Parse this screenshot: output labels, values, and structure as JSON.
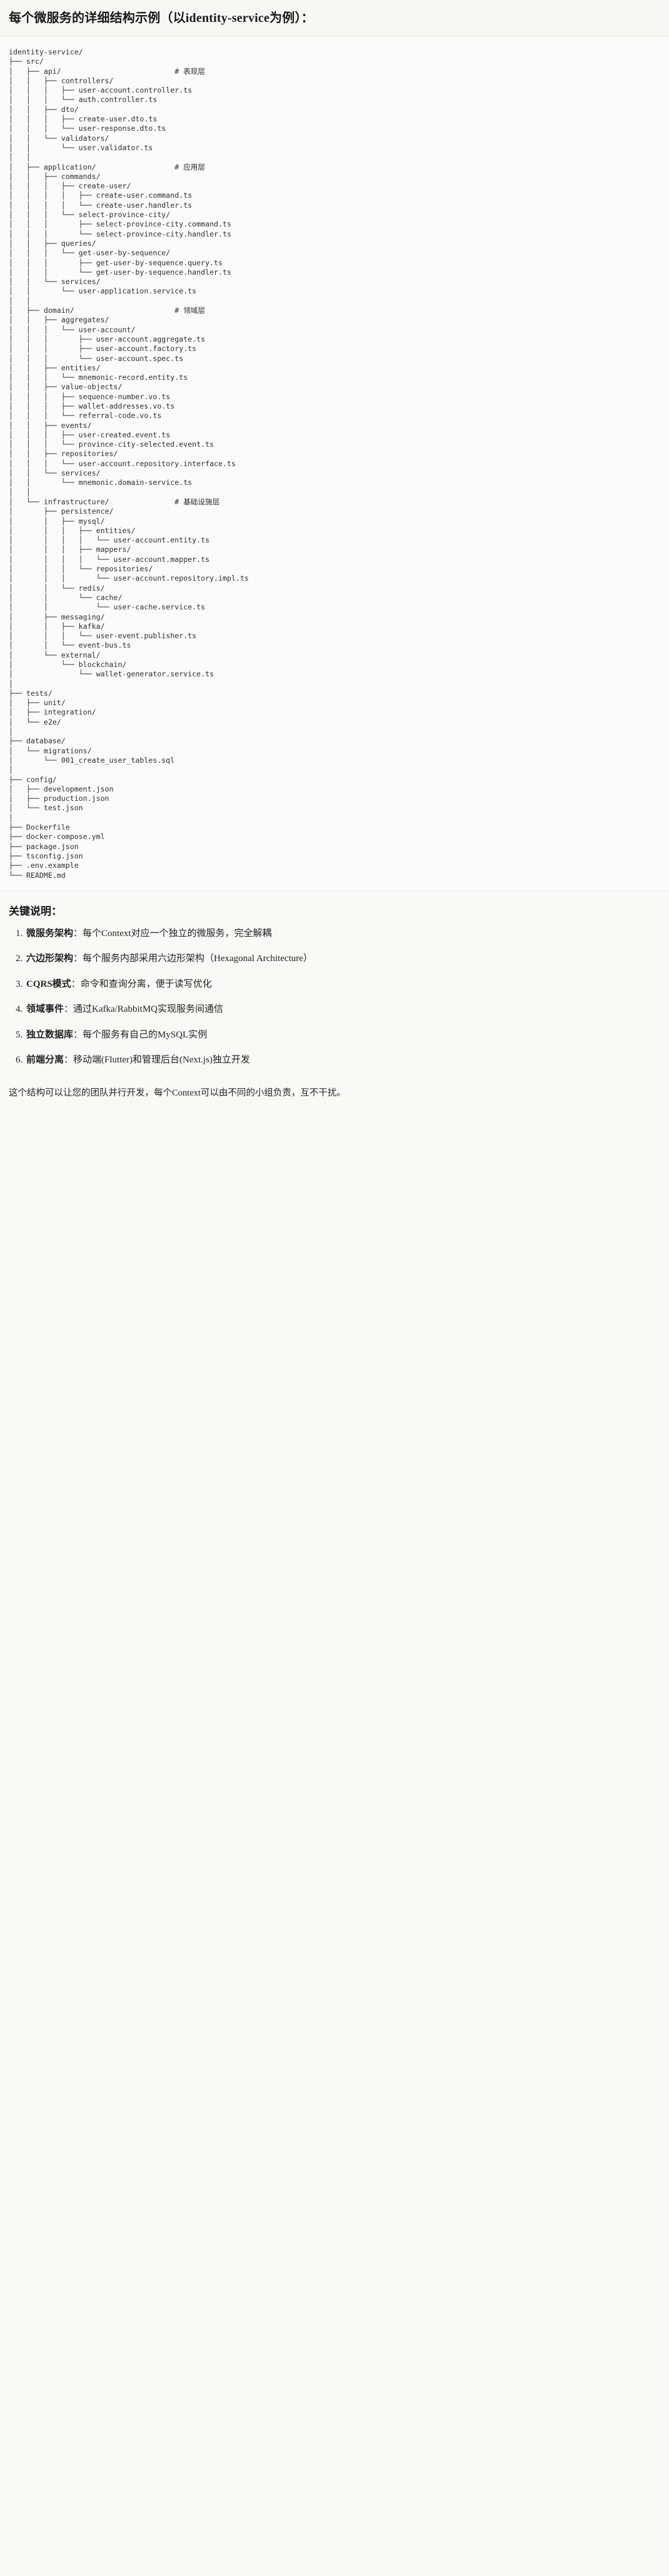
{
  "header": {
    "title": "每个微服务的详细结构示例（以identity-service为例）："
  },
  "tree": {
    "root": "identity-service/",
    "text": "identity-service/\n├── src/\n│   ├── api/                          # 表现层\n│   │   ├── controllers/\n│   │   │   ├── user-account.controller.ts\n│   │   │   └── auth.controller.ts\n│   │   ├── dto/\n│   │   │   ├── create-user.dto.ts\n│   │   │   └── user-response.dto.ts\n│   │   └── validators/\n│   │       └── user.validator.ts\n│   │\n│   ├── application/                  # 应用层\n│   │   ├── commands/\n│   │   │   ├── create-user/\n│   │   │   │   ├── create-user.command.ts\n│   │   │   │   └── create-user.handler.ts\n│   │   │   └── select-province-city/\n│   │   │       ├── select-province-city.command.ts\n│   │   │       └── select-province-city.handler.ts\n│   │   ├── queries/\n│   │   │   └── get-user-by-sequence/\n│   │   │       ├── get-user-by-sequence.query.ts\n│   │   │       └── get-user-by-sequence.handler.ts\n│   │   └── services/\n│   │       └── user-application.service.ts\n│   │\n│   ├── domain/                       # 领域层\n│   │   ├── aggregates/\n│   │   │   └── user-account/\n│   │   │       ├── user-account.aggregate.ts\n│   │   │       ├── user-account.factory.ts\n│   │   │       └── user-account.spec.ts\n│   │   ├── entities/\n│   │   │   └── mnemonic-record.entity.ts\n│   │   ├── value-objects/\n│   │   │   ├── sequence-number.vo.ts\n│   │   │   ├── wallet-addresses.vo.ts\n│   │   │   └── referral-code.vo.ts\n│   │   ├── events/\n│   │   │   ├── user-created.event.ts\n│   │   │   └── province-city-selected.event.ts\n│   │   ├── repositories/\n│   │   │   └── user-account.repository.interface.ts\n│   │   └── services/\n│   │       └── mnemonic.domain-service.ts\n│   │\n│   └── infrastructure/               # 基础设施层\n│       ├── persistence/\n│       │   ├── mysql/\n│       │   │   ├── entities/\n│       │   │   │   └── user-account.entity.ts\n│       │   │   ├── mappers/\n│       │   │   │   └── user-account.mapper.ts\n│       │   │   └── repositories/\n│       │   │       └── user-account.repository.impl.ts\n│       │   └── redis/\n│       │       └── cache/\n│       │           └── user-cache.service.ts\n│       ├── messaging/\n│       │   ├── kafka/\n│       │   │   └── user-event.publisher.ts\n│       │   └── event-bus.ts\n│       └── external/\n│           └── blockchain/\n│               └── wallet-generator.service.ts\n│\n├── tests/\n│   ├── unit/\n│   ├── integration/\n│   └── e2e/\n│\n├── database/\n│   └── migrations/\n│       └── 001_create_user_tables.sql\n│\n├── config/\n│   ├── development.json\n│   ├── production.json\n│   └── test.json\n│\n├── Dockerfile\n├── docker-compose.yml\n├── package.json\n├── tsconfig.json\n├── .env.example\n└── README.md",
    "layer_comments": [
      "# 表现层",
      "# 应用层",
      "# 领域层",
      "# 基础设施层"
    ]
  },
  "keys": {
    "title": "关键说明：",
    "items": [
      {
        "term": "微服务架构",
        "sep": "：",
        "desc": "每个Context对应一个独立的微服务，完全解耦"
      },
      {
        "term": "六边形架构",
        "sep": "：",
        "desc": "每个服务内部采用六边形架构（Hexagonal Architecture）"
      },
      {
        "term": "CQRS模式",
        "sep": "：",
        "desc": "命令和查询分离，便于读写优化"
      },
      {
        "term": "领域事件",
        "sep": "：",
        "desc": "通过Kafka/RabbitMQ实现服务间通信"
      },
      {
        "term": "独立数据库",
        "sep": "：",
        "desc": "每个服务有自己的MySQL实例"
      },
      {
        "term": "前端分离",
        "sep": "：",
        "desc": "移动端(Flutter)和管理后台(Next.js)独立开发"
      }
    ]
  },
  "footer": {
    "note": "这个结构可以让您的团队并行开发，每个Context可以由不同的小组负责，互不干扰。"
  }
}
